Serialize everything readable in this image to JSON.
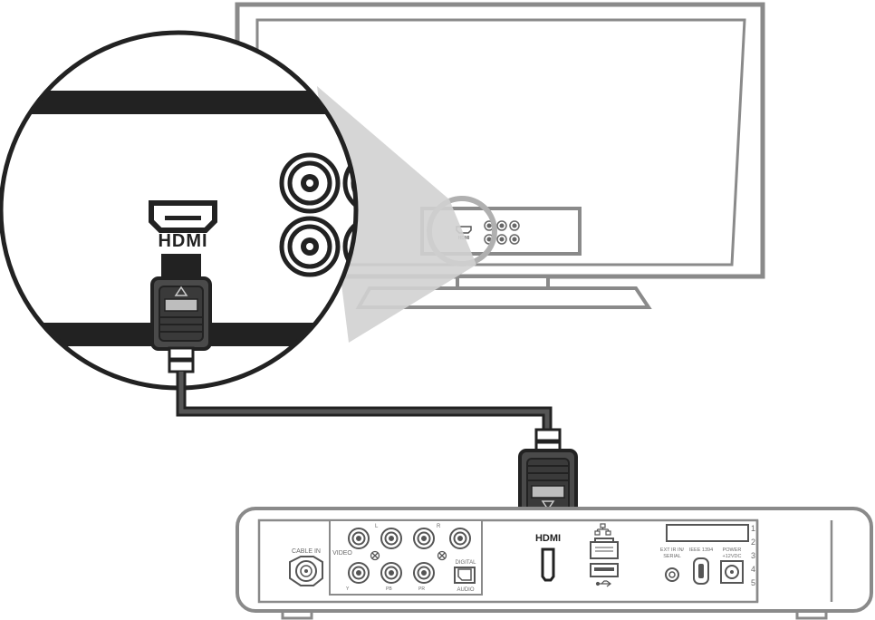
{
  "zoom": {
    "hdmi_logo_text": "HDMI"
  },
  "tv": {
    "hdmi_logo_text": "HDMI"
  },
  "set_top_box": {
    "hdmi_logo_text": "HDMI",
    "labels": {
      "cable_in": "CABLE IN",
      "video": "VIDEO",
      "l": "L",
      "r": "R",
      "y": "Y",
      "pb": "PB",
      "pr": "PR",
      "digital": "DIGITAL",
      "audio": "AUDIO",
      "ext_ir": "EXT IR IN/",
      "serial": "SERIAL",
      "ieee": "IEEE 1394",
      "power": "POWER",
      "power_v": "+12VDC"
    },
    "numbers": [
      "1",
      "2",
      "3",
      "4",
      "5"
    ]
  },
  "colors": {
    "outline": "#8a8a8a",
    "dark": "#222222",
    "gray": "#4a4a4a",
    "light": "#d8d8d8"
  }
}
